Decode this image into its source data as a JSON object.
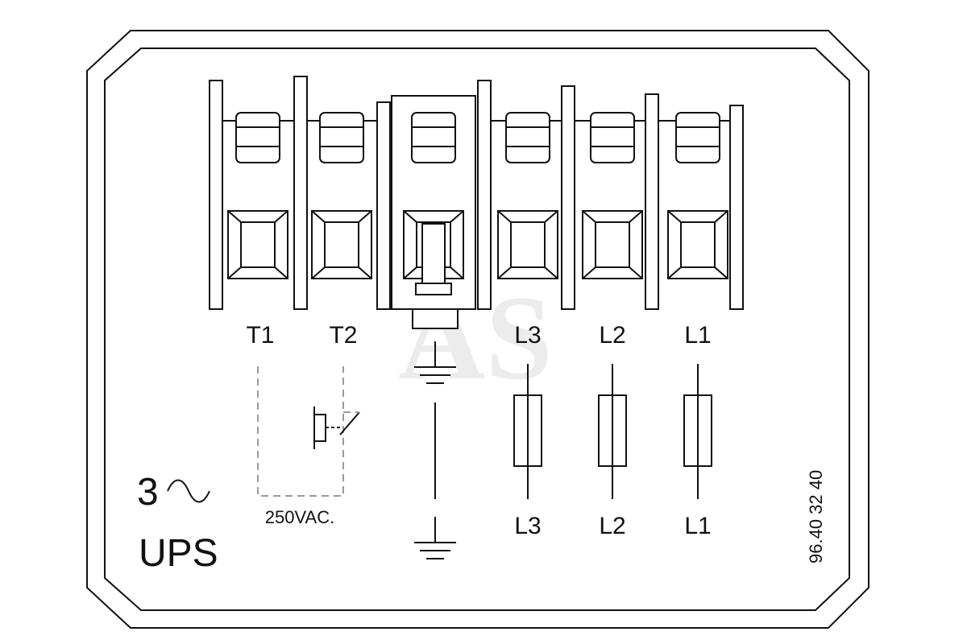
{
  "terminals": {
    "t1": "T1",
    "t2": "T2",
    "l3": "L3",
    "l2": "L2",
    "l1": "L1"
  },
  "lines": {
    "l3": "L3",
    "l2": "L2",
    "l1": "L1"
  },
  "phase_label": "3",
  "phase_icon": "sine-wave-icon",
  "model_label": "UPS",
  "thermal_voltage": "250VAC.",
  "part_number": "96.40 32 40",
  "watermark": "AS",
  "ground_icon": "ground-icon"
}
